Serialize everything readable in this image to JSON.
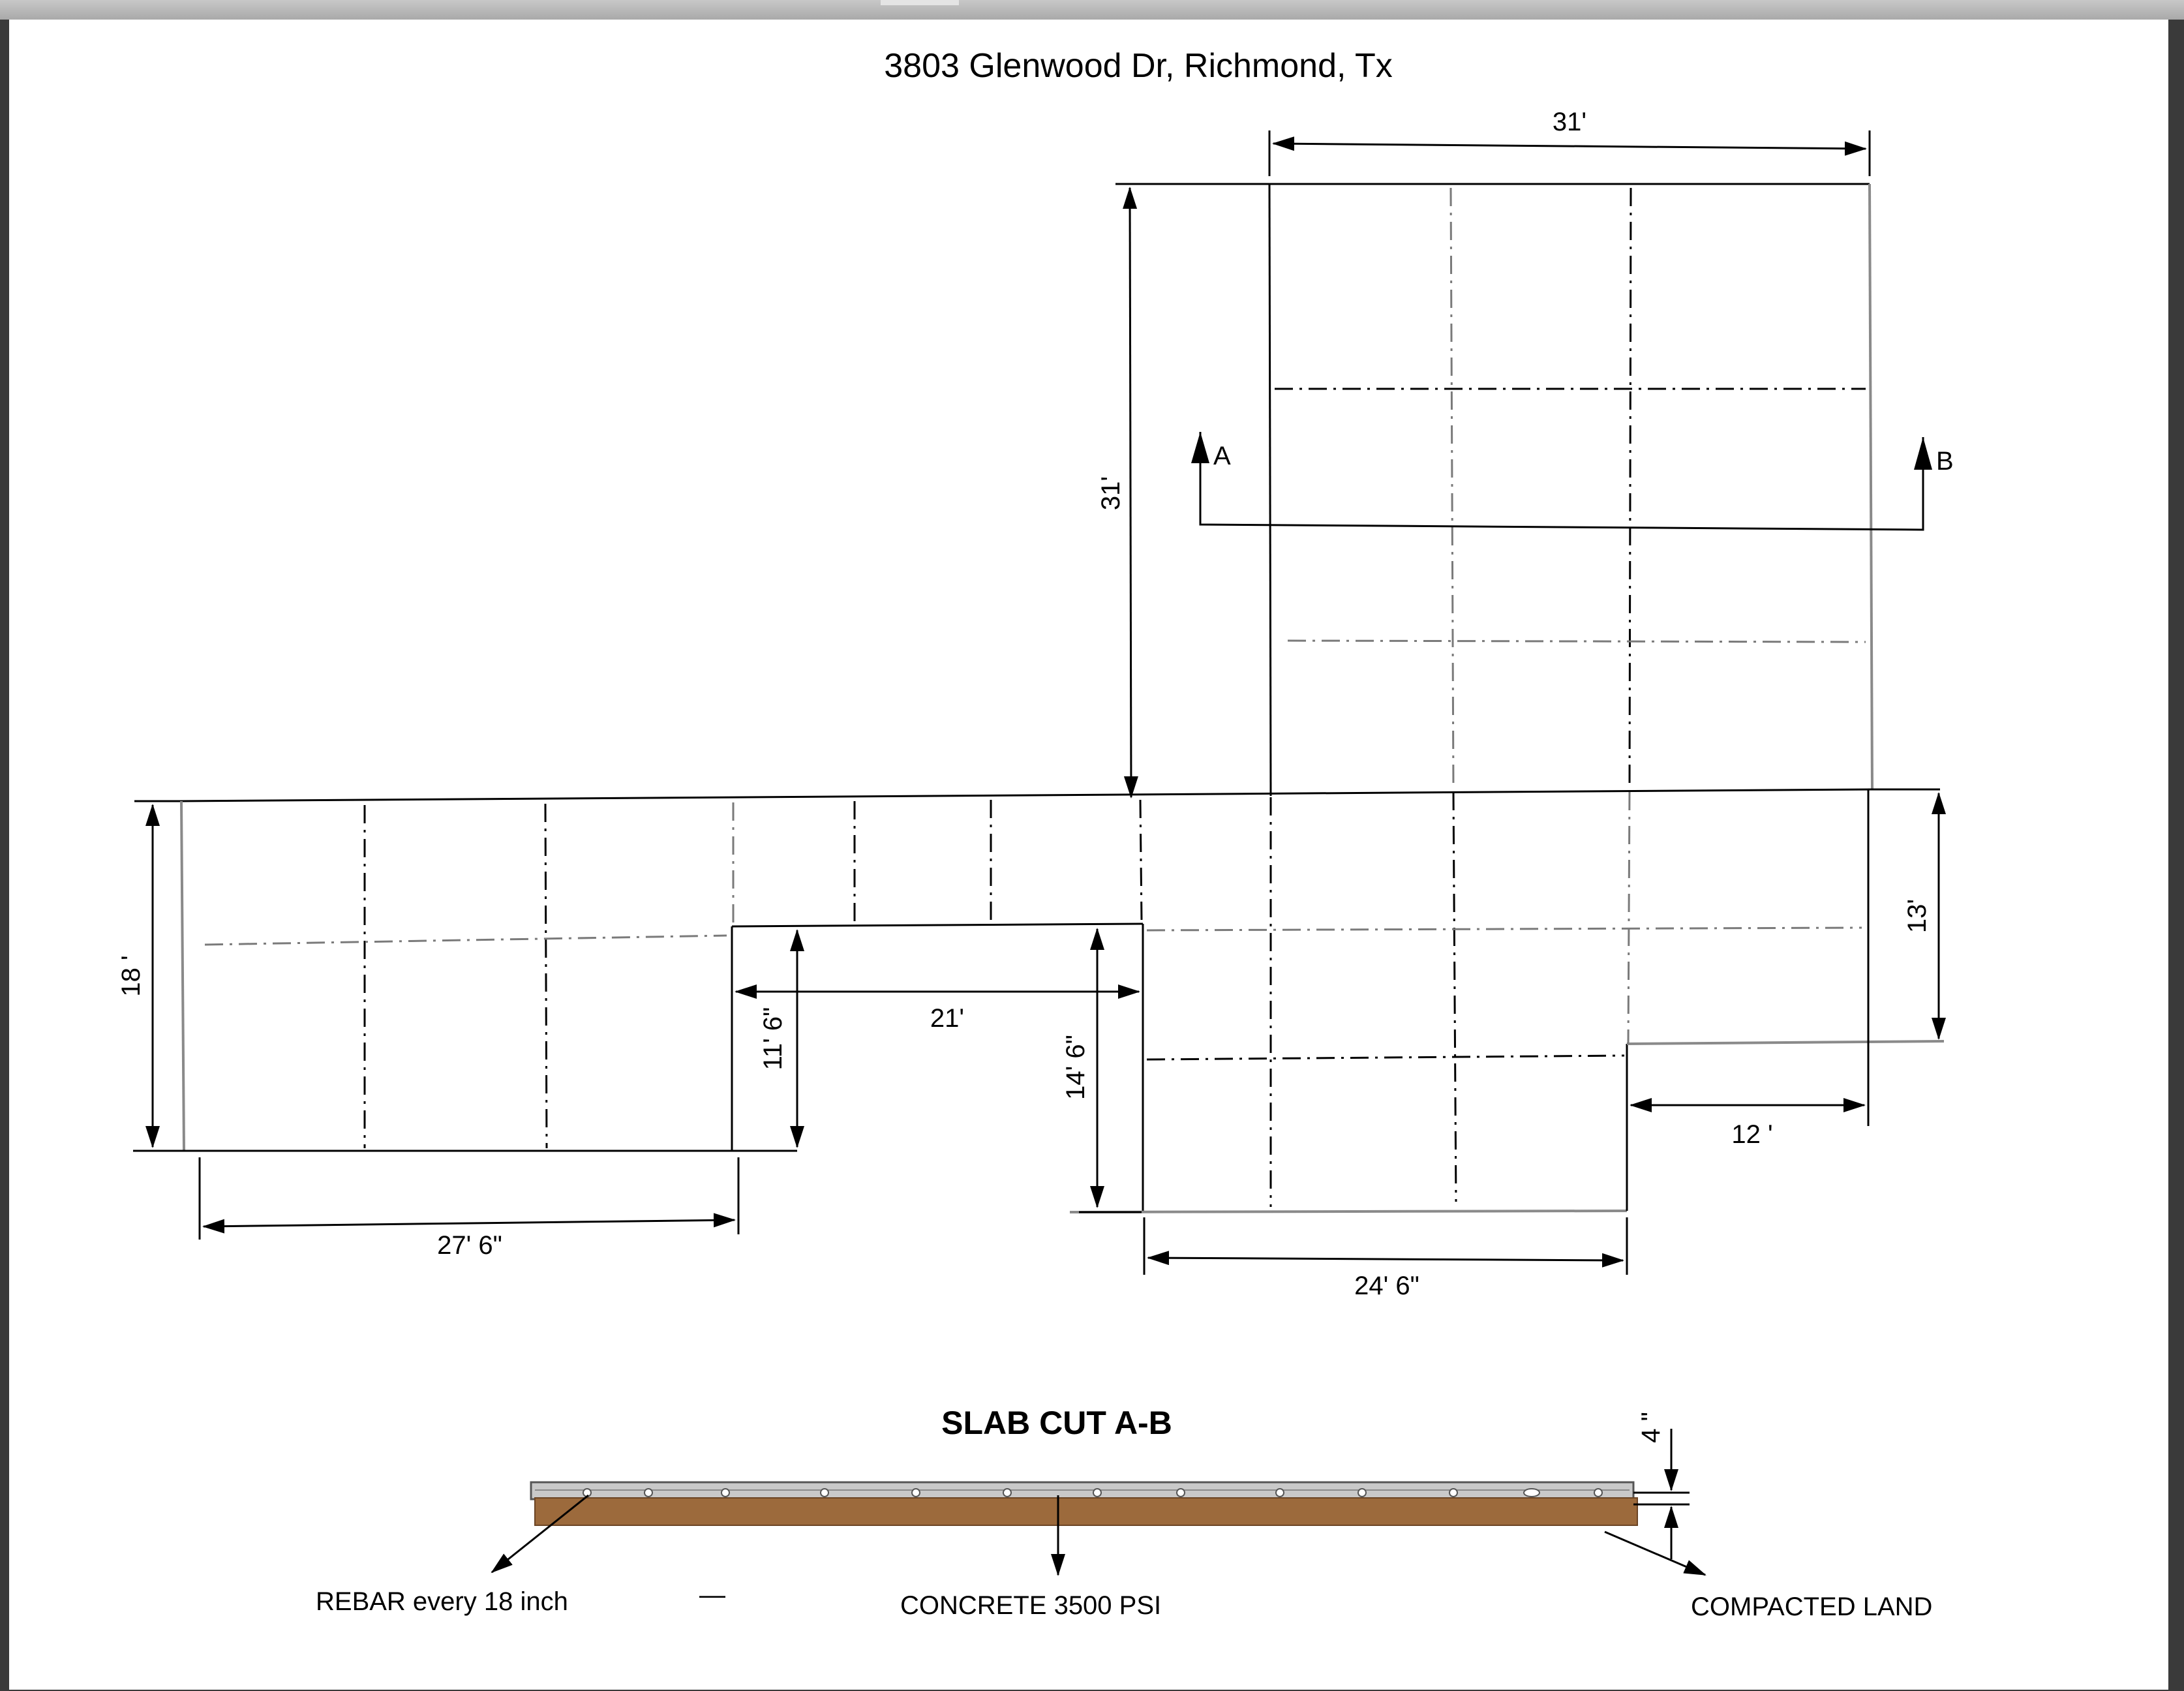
{
  "title": "3803 Glenwood Dr, Richmond, Tx",
  "dimensions": {
    "top_width": "31'",
    "top_height": "31'",
    "left_height": "18 '",
    "left_width": "27' 6\"",
    "notch_width": "21'",
    "notch_left_depth": "11' 6\"",
    "notch_right_depth": "14' 6\"",
    "right_height": "13'",
    "right_step_width": "12 '",
    "bottom_width": "24' 6\""
  },
  "section_markers": {
    "a": "A",
    "b": "B"
  },
  "slab_cut": {
    "heading": "SLAB CUT A-B",
    "thickness": "4 \"",
    "rebar_label": "REBAR  every 18 inch",
    "dash": "—",
    "concrete_label": "CONCRETE 3500 PSI",
    "land_label": "COMPACTED LAND"
  },
  "colors": {
    "soil": "#9c6a3c",
    "concrete": "#c9c9c9",
    "outline_grey": "#8a8a8a"
  }
}
